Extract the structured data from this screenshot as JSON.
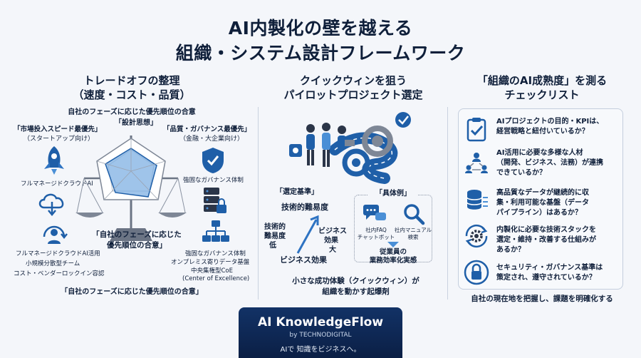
{
  "title": {
    "line1": "AI内製化の壁を越える",
    "line2": "組織・システム設計フレームワーク"
  },
  "left": {
    "heading1": "トレードオフの整理",
    "heading2": "（速度・コスト・品質）",
    "top_caption": "自社のフェーズに応じた優先順位の合意",
    "design_label": "「設計思想」",
    "speed_label": "「市場投入スピード最優先」",
    "speed_sub": "（スタートアップ向け）",
    "quality_label": "「品質・ガバナンス最優先」",
    "quality_sub": "（金融・大企業向け）",
    "managed_label": "フルマネージドクラウドAI",
    "governance_label": "強固なガバナンス体制",
    "center_label1": "「自社のフェーズに応じた",
    "center_label2": "優先順位の合意」",
    "left_list": [
      "フルマネージドクラウドAI活用",
      "小規模分散型チーム",
      "コスト・ベンダーロックイン容認"
    ],
    "right_list": [
      "強固なガバナンス体制",
      "オンプレミス寄りデータ基盤",
      "中央集権型CoE",
      "(Center of Excellence)"
    ],
    "bottom_caption": "「自社のフェーズに応じた優先順位の合意」"
  },
  "middle": {
    "heading1": "クイックウィンを狙う",
    "heading2": "パイロットプロジェクト選定",
    "criteria_label": "「選定基準」",
    "y_axis": "技術的難易度",
    "low_label1": "技術的",
    "low_label2": "難易度",
    "low_label3": "低",
    "effect_label1": "ビジネス",
    "effect_label2": "効果",
    "effect_label3": "大",
    "x_axis": "ビジネス効果",
    "examples_label": "「具体例」",
    "example1_l1": "社内FAQ",
    "example1_l2": "チャットボット",
    "example2_l1": "社内マニュアル",
    "example2_l2": "検索",
    "result1": "従業員の",
    "result2": "業務効率化実感",
    "caption1": "小さな成功体験（クイックウィン）が",
    "caption2": "組織を動かす起爆剤"
  },
  "right": {
    "heading1": "「組織のAI成熟度」を測る",
    "heading2": "チェックリスト",
    "items": [
      {
        "icon": "clipboard-check-icon",
        "lines": [
          "AIプロジェクトの目的・KPIは、",
          "経営戦略と紐付いているか？"
        ]
      },
      {
        "icon": "team-network-icon",
        "lines": [
          "AI活用に必要な多様な人材",
          "（開発、ビジネス、法務）が連携",
          "できているか？"
        ]
      },
      {
        "icon": "database-icon",
        "lines": [
          "高品質なデータが継続的に収",
          "集・利用可能な基盤（データ",
          "パイプライン）はあるか？"
        ]
      },
      {
        "icon": "gear-cycle-icon",
        "lines": [
          "内製化に必要な技術スタックを",
          "選定・維持・改善する仕組みが",
          "あるか？"
        ]
      },
      {
        "icon": "lock-icon",
        "lines": [
          "セキュリティ・ガバナンス基準は",
          "策定され、遵守されているか？"
        ]
      }
    ],
    "caption": "自社の現在地を把握し、課題を明確化する"
  },
  "footer": {
    "brand": "AI KnowledgeFlow",
    "by": "by TECHNODIGITAL",
    "tagline": "AIで 知識をビジネスへ。"
  },
  "colors": {
    "navy": "#0f1f3a",
    "blue": "#1f5fa8",
    "light_blue": "#4a8fd6",
    "footer_bg": "#0b1f45"
  }
}
